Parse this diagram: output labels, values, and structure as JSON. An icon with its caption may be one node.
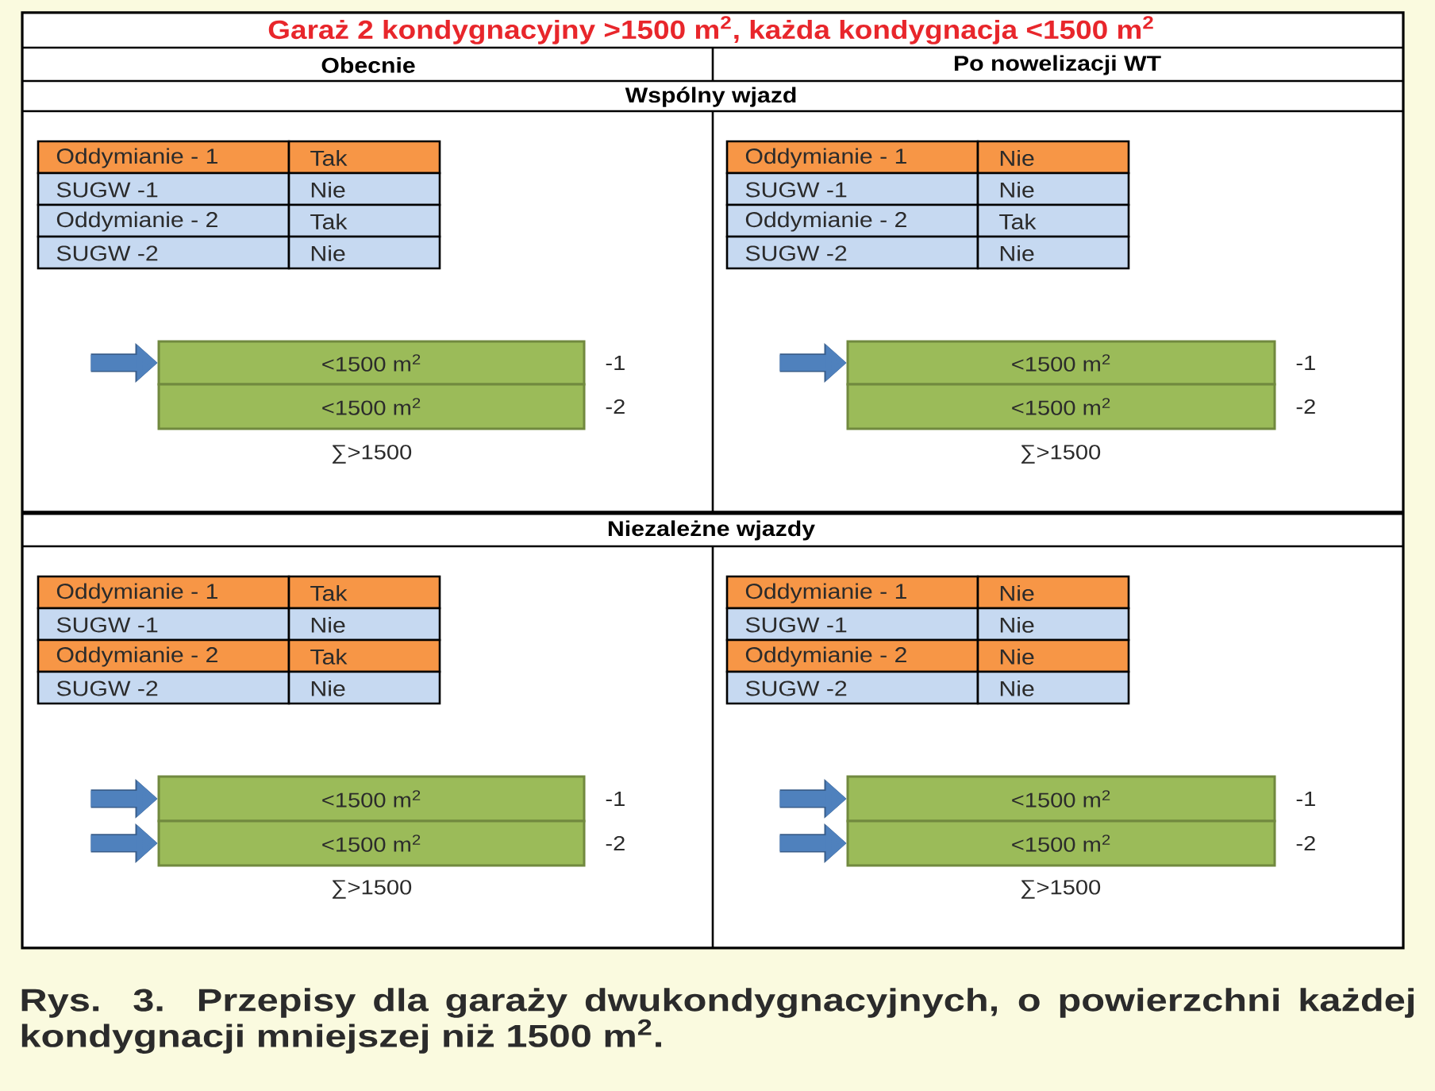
{
  "diagram": {
    "title": "Garaż 2 kondygnacyjny >1500 m$^{2}$, każda kondygnacja <1500 m$^{2}$",
    "caption": "Rys. 3. Przepisy dla garaży dwukondygnacyjnych, o powierzchni każdej kondygnacji mniejszej niż 1500 m$^{2}$.",
    "nodes": [
      {
        "text": [
          "<1500 m$^{2}$"
        ],
        "beside": [
          "-1"
        ]
      },
      {
        "text": [
          "<1500 m$^{2}$"
        ],
        "beside": [
          "-2"
        ]
      },
      {
        "text": [
          "<1500 m$^{2}$"
        ],
        "beside": [
          "-1"
        ]
      },
      {
        "text": [
          "<1500 m$^{2}$"
        ],
        "beside": [
          "-2"
        ]
      },
      {
        "text": [
          "<1500 m$^{2}$"
        ],
        "beside": [
          "-1"
        ]
      },
      {
        "text": [
          "<1500 m$^{2}$"
        ],
        "beside": [
          "-2"
        ]
      },
      {
        "text": [
          "<1500 m$^{2}$"
        ],
        "beside": [
          "-1"
        ]
      },
      {
        "text": [
          "<1500 m$^{2}$"
        ],
        "beside": [
          "-2"
        ]
      }
    ],
    "edges": [
      {
        "from": null,
        "to": 0,
        "arrow": "to"
      },
      {
        "from": null,
        "to": 2,
        "arrow": "to"
      },
      {
        "from": null,
        "to": 4,
        "arrow": "to"
      },
      {
        "from": null,
        "to": 5,
        "arrow": "to"
      },
      {
        "from": null,
        "to": 6,
        "arrow": "to"
      },
      {
        "from": null,
        "to": 7,
        "arrow": "to"
      }
    ],
    "labels": [
      "Obecnie",
      "Po nowelizacji WT",
      "Wspólny wjazd",
      "Oddymianie - 1",
      "Tak",
      "SUGW -1",
      "Nie",
      "Oddymianie - 2",
      "Tak",
      "SUGW -2",
      "Nie",
      "Oddymianie - 1",
      "Nie",
      "SUGW -1",
      "Nie",
      "Oddymianie - 2",
      "Tak",
      "SUGW -2",
      "Nie",
      "∑>1500",
      "∑>1500",
      "Niezależne wjazdy",
      "Oddymianie - 1",
      "Tak",
      "SUGW -1",
      "Nie",
      "Oddymianie - 2",
      "Tak",
      "SUGW -2",
      "Nie",
      "Oddymianie - 1",
      "Nie",
      "SUGW -1",
      "Nie",
      "Oddymianie - 2",
      "Nie",
      "SUGW -2",
      "Nie",
      "∑>1500",
      "∑>1500"
    ]
  }
}
